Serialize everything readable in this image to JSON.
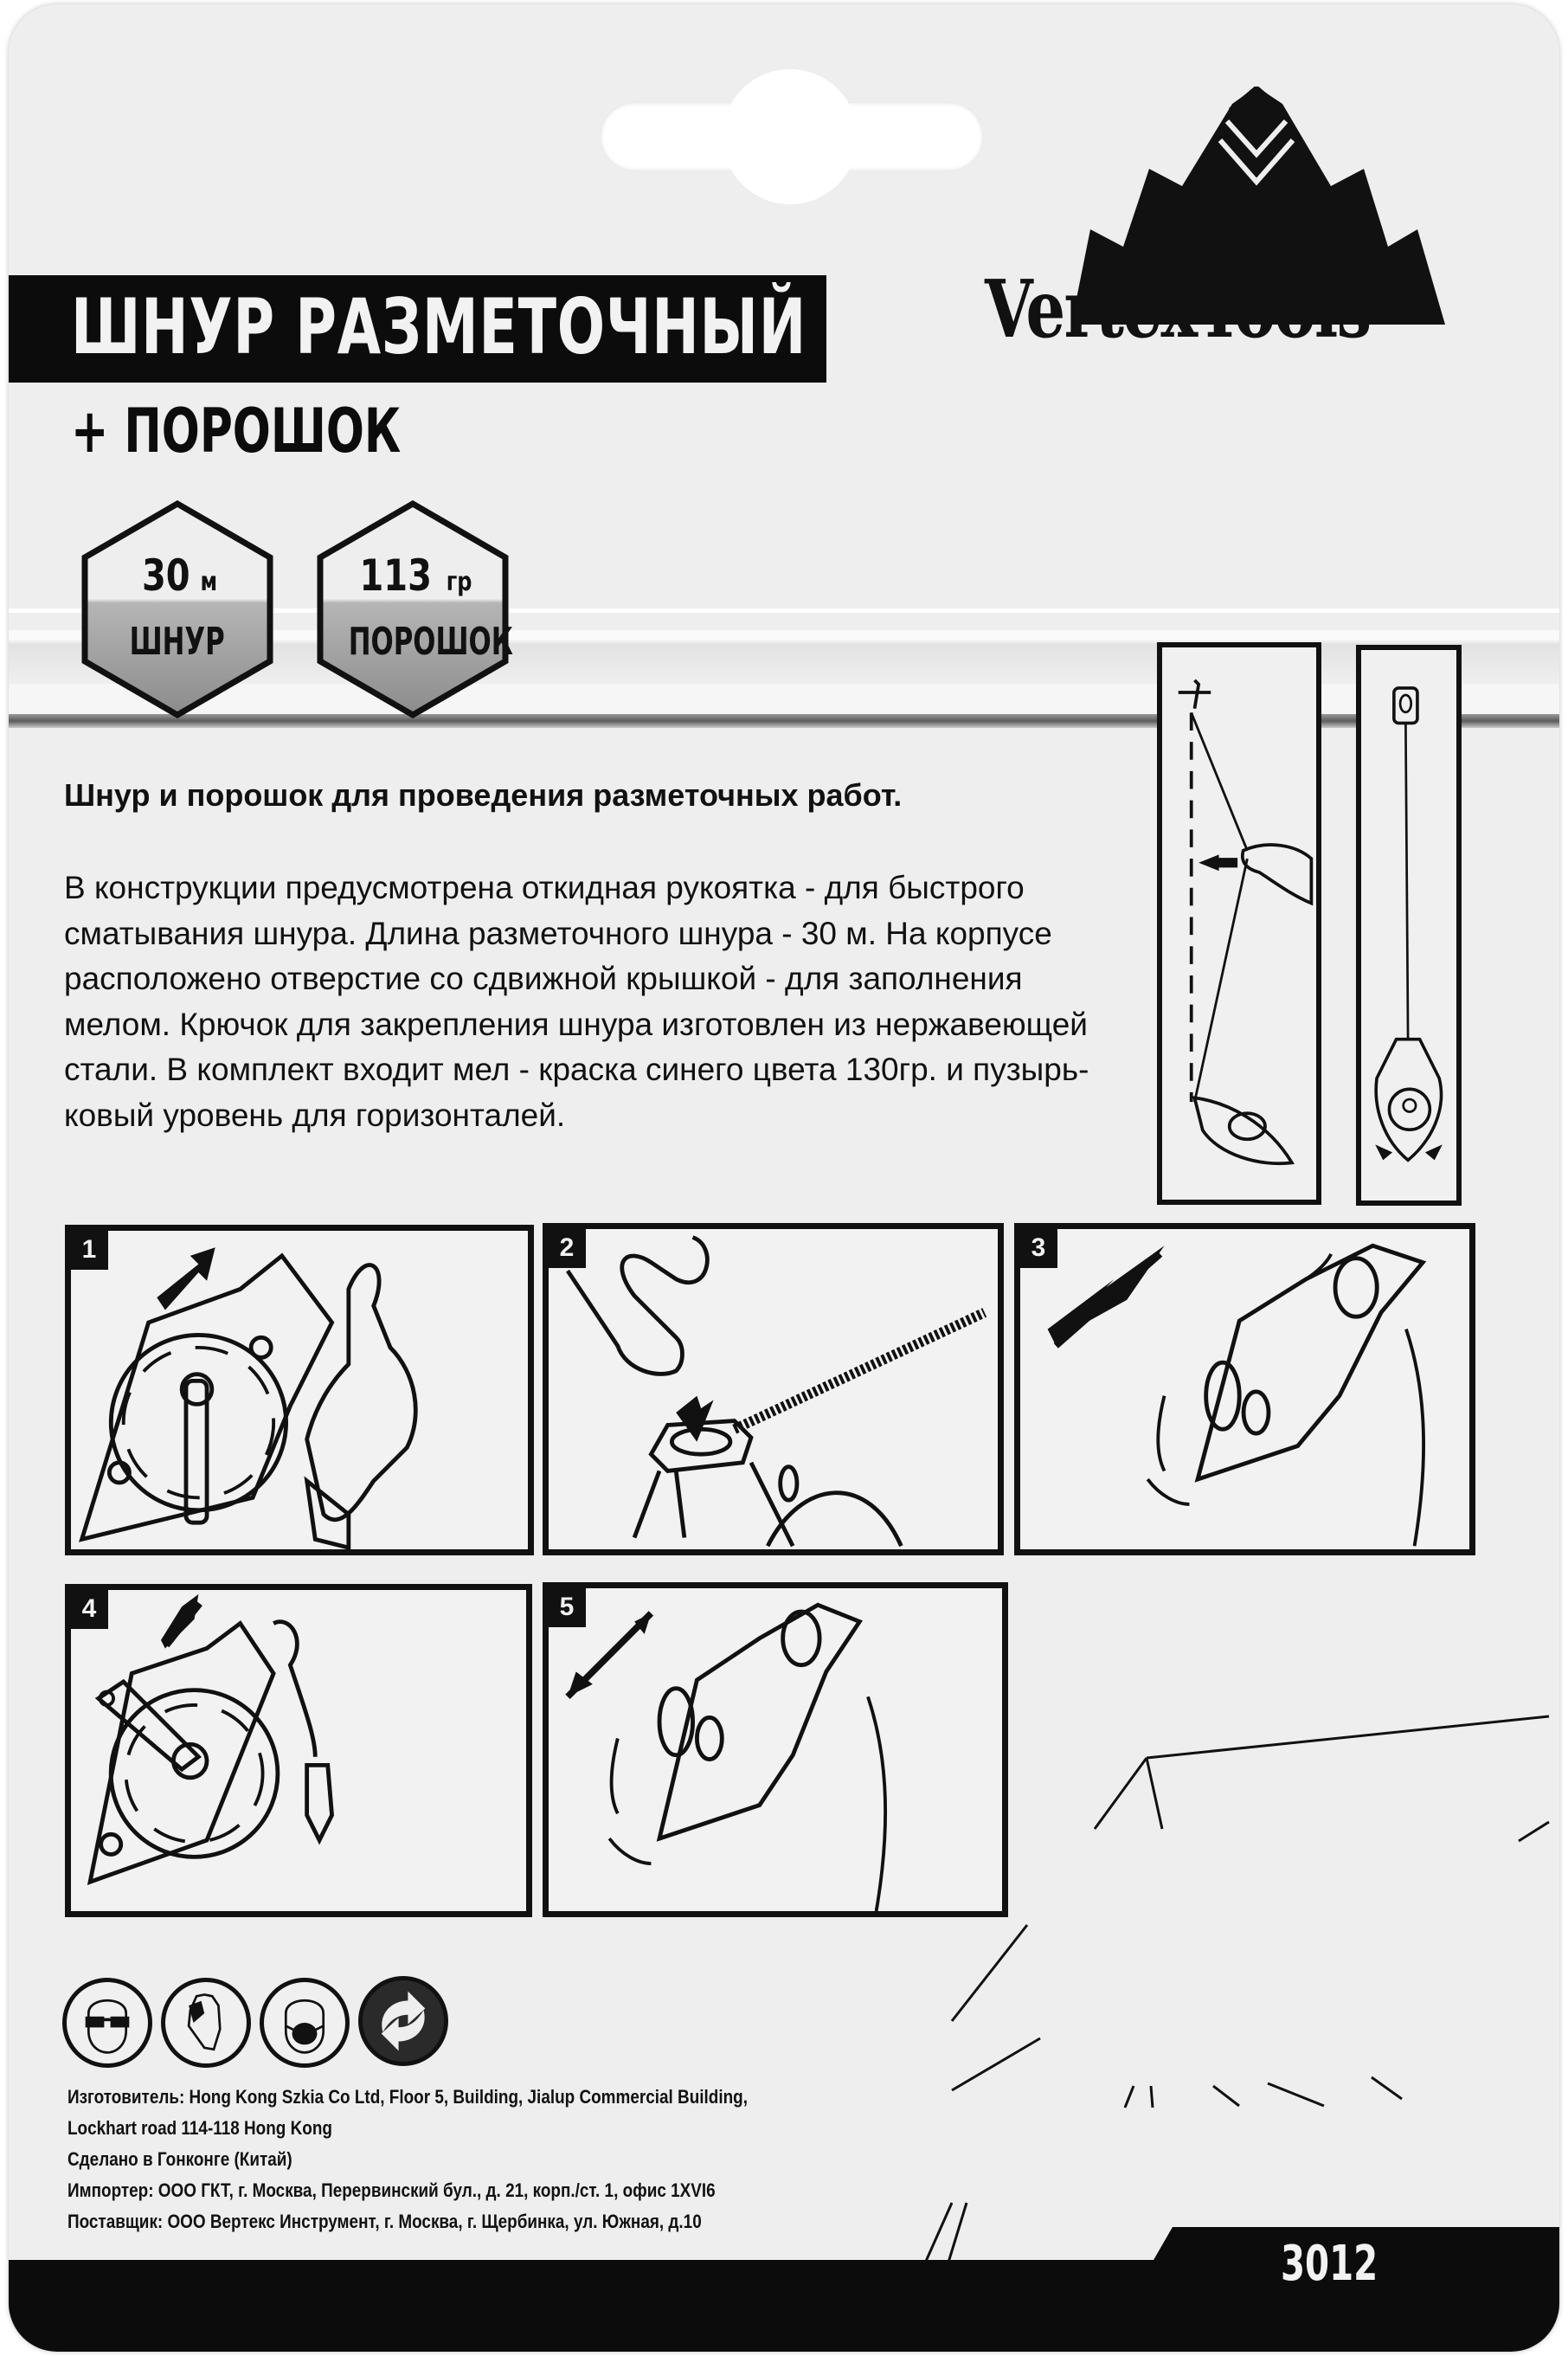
{
  "product": {
    "title": "ШНУР РАЗМЕТОЧНЫЙ",
    "subtitle": "+ ПОРОШОК",
    "code": "3012"
  },
  "brand": {
    "name": "VertexTools"
  },
  "badges": [
    {
      "value": "30",
      "unit": "м",
      "label": "ШНУР"
    },
    {
      "value": "113",
      "unit": "гр",
      "label": "ПОРОШОК"
    }
  ],
  "description": {
    "headline": "Шнур и порошок для проведения разметочных работ.",
    "lines": [
      "В конструкции предусмотрена откидная рукоятка - для быстрого",
      "сматывания шнура. Длина разметочного шнура - 30 м. На корпусе",
      "расположено отверстие со сдвижной крышкой - для заполнения",
      "мелом. Крючок для закрепления шнура изготовлен из нержавеющей",
      "стали. В комплект входит мел - краска синего цвета 130гр. и пузырь-",
      "ковый уровень для горизонталей."
    ]
  },
  "steps": [
    {
      "number": "1",
      "icon": "reel-handle-unfold"
    },
    {
      "number": "2",
      "icon": "fill-chalk-bottle"
    },
    {
      "number": "3",
      "icon": "shake-reel"
    },
    {
      "number": "4",
      "icon": "rewind-reel"
    },
    {
      "number": "5",
      "icon": "shake-reel-2"
    }
  ],
  "side_diagrams": [
    {
      "icon": "snap-line-diagram"
    },
    {
      "icon": "plumb-bob-diagram"
    }
  ],
  "safety_icons": [
    {
      "icon": "safety-goggles-icon"
    },
    {
      "icon": "safety-gloves-icon"
    },
    {
      "icon": "dust-mask-icon"
    },
    {
      "icon": "recycle-green-dot-icon"
    }
  ],
  "footer": {
    "lines": [
      "Изготовитель: Hong Kong Szkia Co Ltd, Floor 5, Building, Jialup Commercial Building,",
      "Lockhart road 114-118 Hong Kong",
      "Сделано в Гонконге (Китай)",
      "Импортер: ООО ГКТ, г. Москва, Перервинский бул., д. 21, корп./ст. 1, офис 1XVI6",
      "Поставщик: ООО Вертекс Инструмент, г. Москва, г. Щербинка, ул. Южная, д.10"
    ]
  },
  "colors": {
    "card": "#eeeeee",
    "ink": "#111111",
    "bar": "#0c0c0c"
  }
}
